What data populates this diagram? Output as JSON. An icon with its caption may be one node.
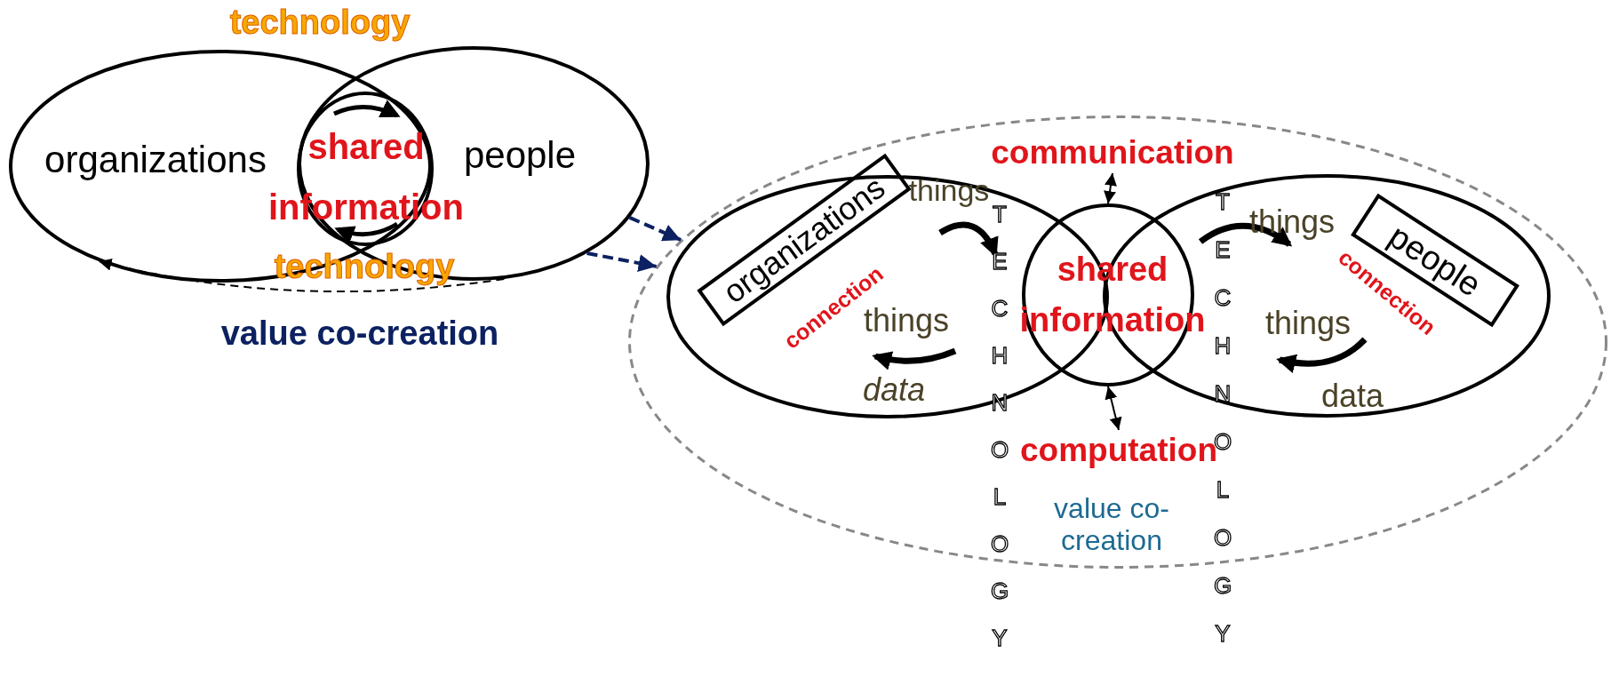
{
  "diagram": {
    "nodes": [
      {
        "text": [
          "organizations"
        ]
      },
      {
        "text": [
          "people"
        ]
      },
      {
        "text": [
          "shared information"
        ]
      },
      {
        "text": [
          "value co-creation"
        ]
      },
      {
        "text": [],
        "shape": "ellipse",
        "in": 3
      },
      {
        "text": [
          "organizations"
        ],
        "in": 4
      },
      {
        "text": [
          "communication"
        ],
        "in": 3
      },
      {
        "text": [
          "shared information"
        ],
        "in": 3
      },
      {
        "text": [],
        "shape": "ellipse",
        "in": 3
      },
      {
        "text": [
          "people"
        ],
        "in": 8
      },
      {
        "text": [
          "computation"
        ],
        "in": 3
      }
    ],
    "edges": [
      {
        "from": 1,
        "to": 0,
        "arrow": "to",
        "style": "dashed"
      },
      {
        "from": 1,
        "to": 3,
        "arrow": "to",
        "style": "dashed",
        "color": "#0b2161"
      },
      {
        "from": 1,
        "to": 3,
        "arrow": "to",
        "style": "dashed",
        "color": "#0b2161"
      },
      {
        "from": 6,
        "to": 7,
        "arrow": "both"
      },
      {
        "from": 7,
        "to": 10,
        "arrow": "both"
      }
    ],
    "labels": [
      "technology",
      "technology",
      "value co-creation",
      "things",
      "TECHNOLOGY",
      "connection",
      "things",
      "data",
      "TECHNOLOGY",
      "things",
      "connection",
      "things",
      "data"
    ]
  }
}
